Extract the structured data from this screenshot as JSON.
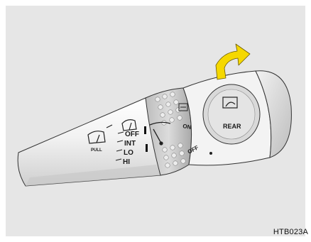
{
  "diagram": {
    "wiper_positions": [
      "OFF",
      "INT",
      "LO",
      "HI"
    ],
    "pull_label": "PULL",
    "washer_positions": [
      "ON",
      "OFF"
    ],
    "rear_label": "REAR"
  },
  "caption": "HTB023A",
  "icons": [
    "windshield-wiper-washer-icon",
    "front-wiper-icon",
    "rear-wiper-icon",
    "rotate-arrow-icon"
  ],
  "colors": {
    "arrow": "#f5d800",
    "background": "#e6e6e6"
  }
}
